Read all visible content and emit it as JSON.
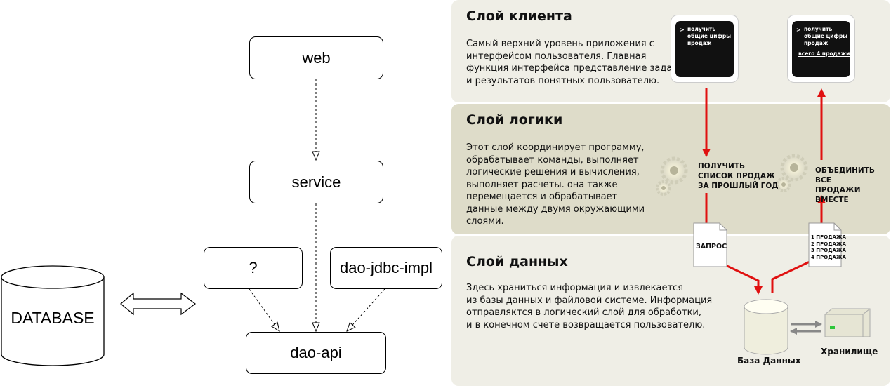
{
  "left_diagram": {
    "nodes": {
      "web": "web",
      "service": "service",
      "unknown": "?",
      "dao_jdbc_impl": "dao-jdbc-impl",
      "dao_api": "dao-api",
      "database": "DATABASE"
    }
  },
  "right_diagram": {
    "client": {
      "title": "Слой клиента",
      "lines": [
        "Самый верхний уровень приложения с",
        "интерфейсом пользователя. Главная",
        "функция интерфейса представление задач",
        "и результатов понятных пользователю."
      ],
      "screen1": {
        "prompt": ">",
        "lines": [
          "получить",
          "общие цифры",
          "продаж"
        ]
      },
      "screen2": {
        "prompt": ">",
        "lines": [
          "получить",
          "общие цифры",
          "продаж"
        ],
        "total": "всего 4 продажи"
      }
    },
    "logic": {
      "title": "Слой логики",
      "lines": [
        "Этот слой координирует программу,",
        "обрабатывает команды, выполняет",
        "логические решения и вычисления,",
        "выполняет расчеты. она также",
        "перемещается и обрабатывает",
        "данные между двумя окружающими",
        "слоями."
      ],
      "step1": [
        "ПОЛУЧИТЬ",
        "СПИСОК ПРОДАЖ",
        "ЗА ПРОШЛЫЙ ГОД"
      ],
      "step2": [
        "ОБЪЕДИНИТЬ ВСЕ",
        "ПРОДАЖИ ВМЕСТЕ"
      ]
    },
    "data": {
      "title": "Слой данных",
      "lines": [
        "Здесь храниться  информация и извлекается",
        "из базы данных и файловой системе. Информация",
        "отправляктся в логический слой для обработки,",
        "и в конечном счете возвращается пользователю."
      ],
      "query_doc": "ЗАПРОС",
      "result_doc": [
        "1 ПРОДАЖА",
        "2 ПРОДАЖА",
        "3 ПРОДАЖА",
        "4 ПРОДАЖА"
      ],
      "db_label": "База Данных",
      "storage_label": "Хранилище"
    },
    "colors": {
      "arrow": "#e01010",
      "band_light": "#efeee6",
      "band_dark": "#dedcc9"
    }
  }
}
